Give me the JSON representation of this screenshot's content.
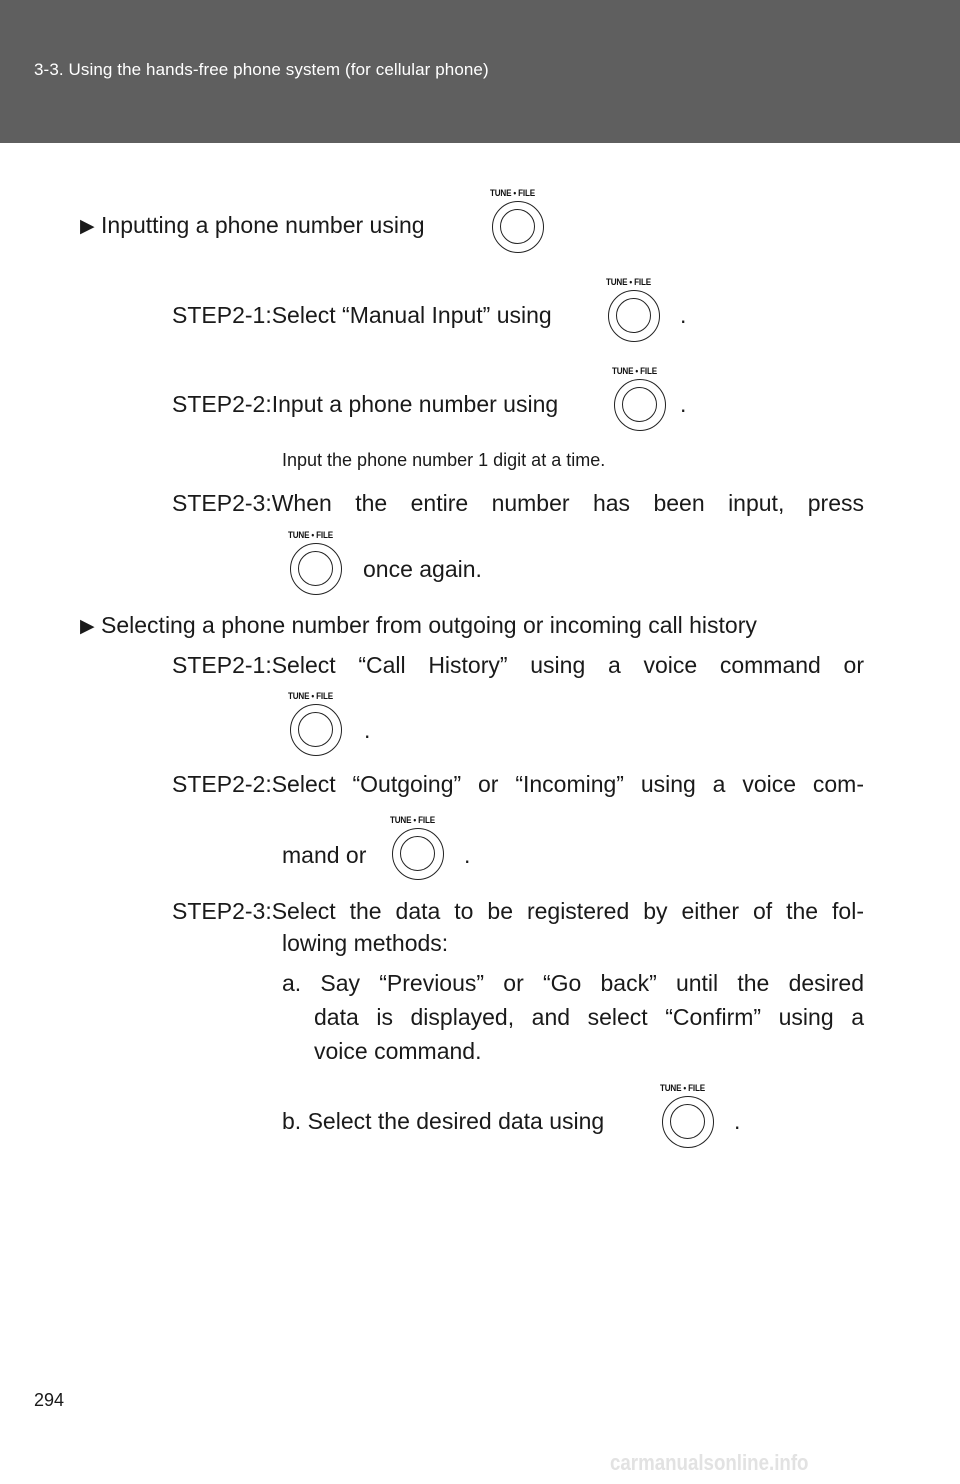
{
  "header": {
    "section_title": "3-3. Using the hands-free phone system (for cellular phone)"
  },
  "knob": {
    "label": "TUNE • FILE",
    "icon": "tune-file-knob-icon"
  },
  "bullet_glyph": "▶",
  "section1": {
    "heading": "Inputting a phone number using",
    "step1": {
      "prefix": "STEP2-1:",
      "text": "Select “Manual Input” using",
      "end": "."
    },
    "step2": {
      "prefix": "STEP2-2:",
      "text": "Input a phone number using",
      "end": "."
    },
    "step2_note": "Input the phone number 1 digit at a time.",
    "step3": {
      "line1": "STEP2-3:When the entire number has been input, press",
      "line2": "once again."
    }
  },
  "section2": {
    "heading": "Selecting a phone number from outgoing or incoming call history",
    "step1": {
      "line1": "STEP2-1:Select “Call History” using a voice command or",
      "end": "."
    },
    "step2": {
      "line1": "STEP2-2:Select “Outgoing” or “Incoming” using a voice com-",
      "line2": "mand or",
      "end": "."
    },
    "step3": {
      "line1": "STEP2-3:Select the data to be registered by either of the fol-",
      "line2": "lowing methods:"
    },
    "option_a": {
      "line1": "a. Say “Previous” or “Go back” until the desired",
      "line2": "data is displayed, and select “Confirm” using a",
      "line3": "voice command."
    },
    "option_b": {
      "text": "b. Select the desired data using",
      "end": "."
    }
  },
  "page_number": "294",
  "watermark": "carmanualsonline.info"
}
